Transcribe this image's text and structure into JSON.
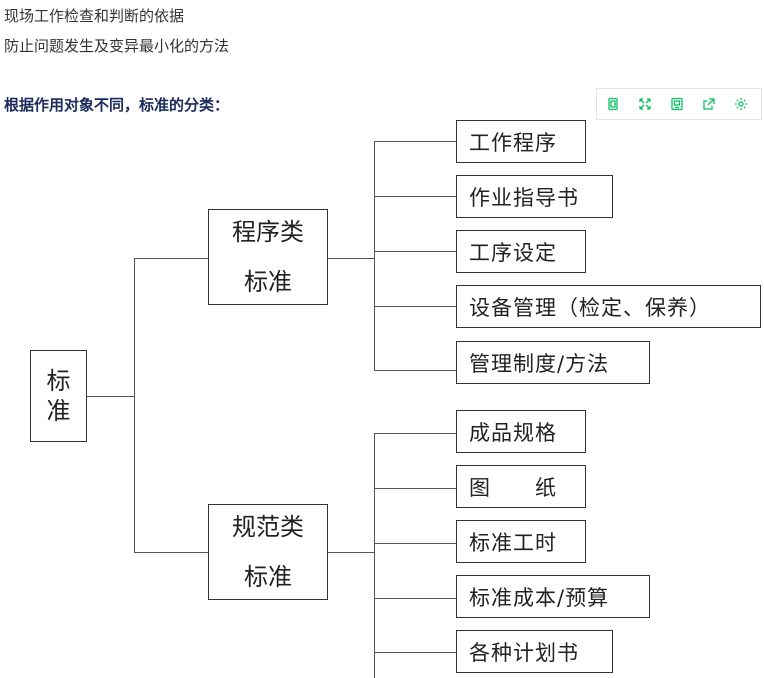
{
  "intro": {
    "line1": "现场工作检查和判断的依据",
    "line2": "防止问题发生及变异最小化的方法"
  },
  "heading": "根据作用对象不同，标准的分类：",
  "toolbar": {
    "icons": [
      "copy-icon",
      "expand-icon",
      "save-icon",
      "share-icon",
      "settings-icon"
    ],
    "accent_color": "#07c160"
  },
  "diagram": {
    "root": {
      "line1": "标",
      "line2": "准"
    },
    "groups": [
      {
        "line1": "程序类",
        "line2": "标准",
        "items": [
          "工作程序",
          "作业指导书",
          "工序设定",
          "设备管理（检定、保养）",
          "管理制度/方法"
        ]
      },
      {
        "line1": "规范类",
        "line2": "标准",
        "items": [
          "成品规格",
          "图　　纸",
          "标准工时",
          "标准成本/预算",
          "各种计划书"
        ]
      }
    ]
  }
}
